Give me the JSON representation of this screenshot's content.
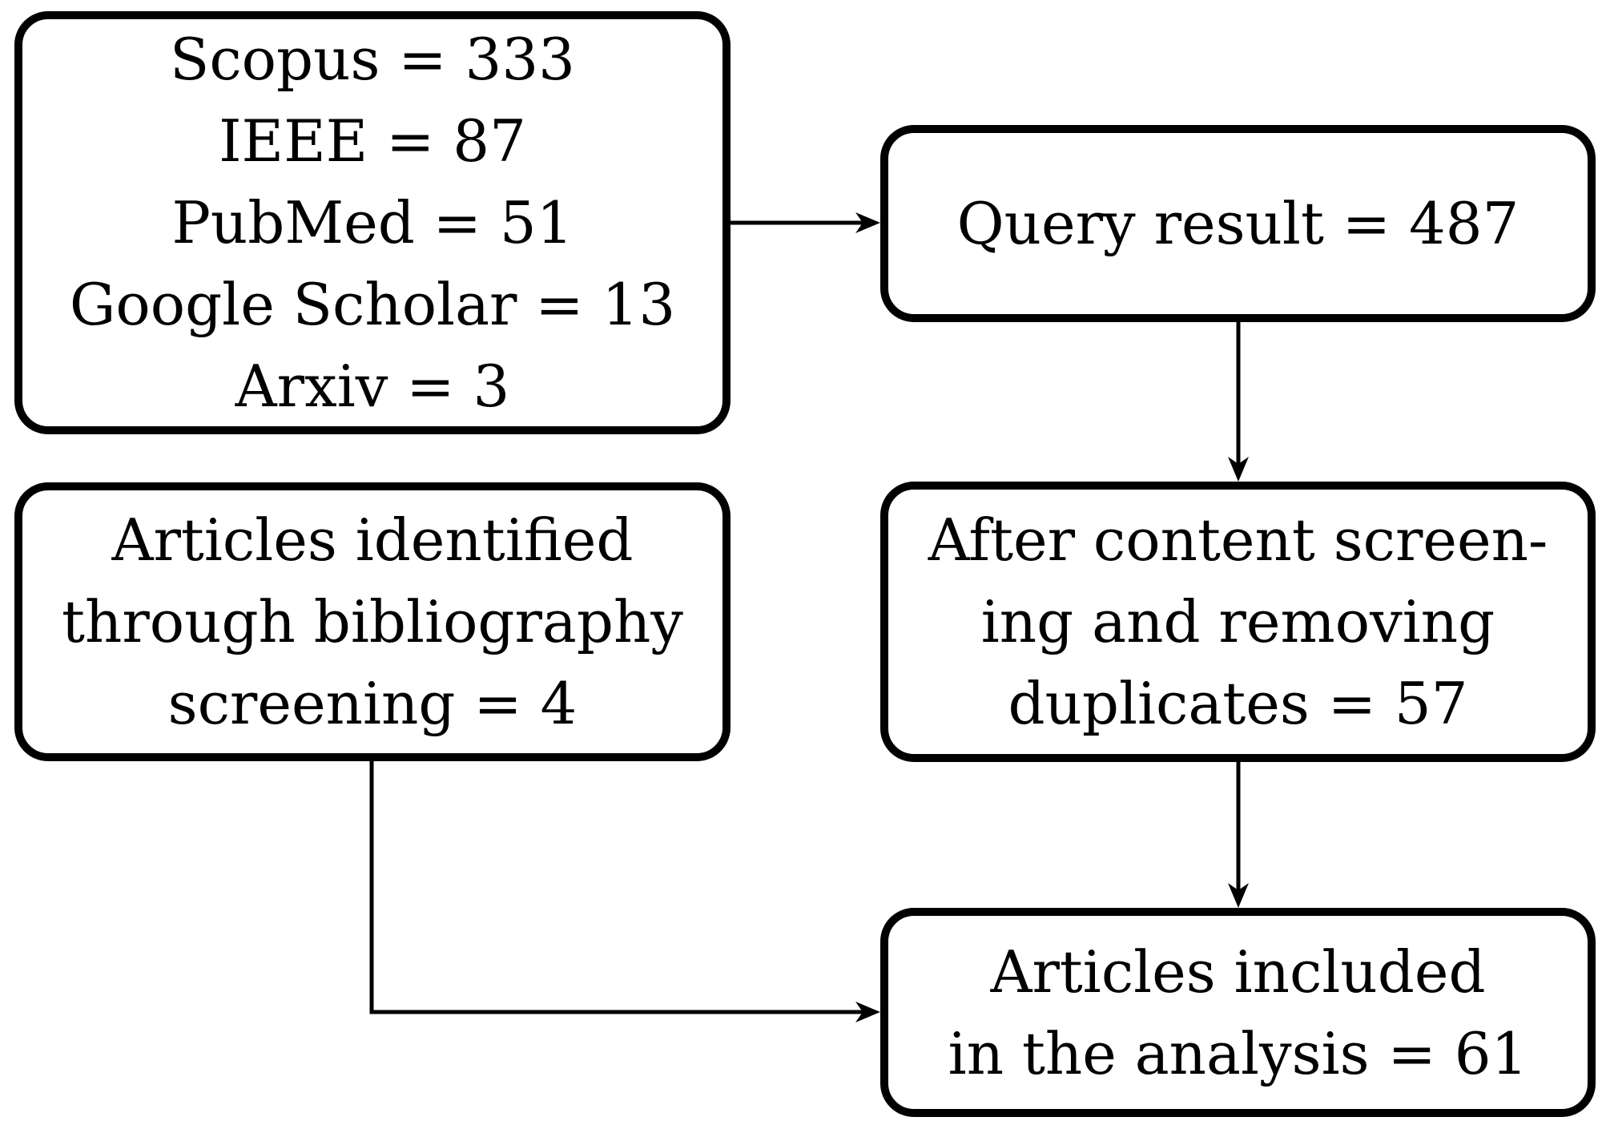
{
  "figure": {
    "kind": "literature-search-flowchart",
    "colors": {
      "stroke": "#000000",
      "background": "#ffffff"
    },
    "boxes": {
      "sources": {
        "lines": [
          "Scopus = 333",
          "IEEE = 87",
          "PubMed = 51",
          "Google Scholar = 13",
          "Arxiv = 3"
        ]
      },
      "query_result": {
        "lines": [
          "Query result = 487"
        ]
      },
      "bibliography": {
        "lines": [
          "Articles identified",
          "through bibliography",
          "screening = 4"
        ]
      },
      "content_screening": {
        "lines": [
          "After content screen-",
          "ing and removing",
          "duplicates = 57"
        ]
      },
      "included": {
        "lines": [
          "Articles included",
          "in the analysis = 61"
        ]
      }
    },
    "connectors": [
      {
        "from": "sources",
        "to": "query_result",
        "shape": "straight",
        "arrowhead": true
      },
      {
        "from": "query_result",
        "to": "content_screening",
        "shape": "straight",
        "arrowhead": true
      },
      {
        "from": "content_screening",
        "to": "included",
        "shape": "straight",
        "arrowhead": true
      },
      {
        "from": "bibliography",
        "to": "included",
        "shape": "elbow",
        "arrowhead": true
      }
    ]
  }
}
